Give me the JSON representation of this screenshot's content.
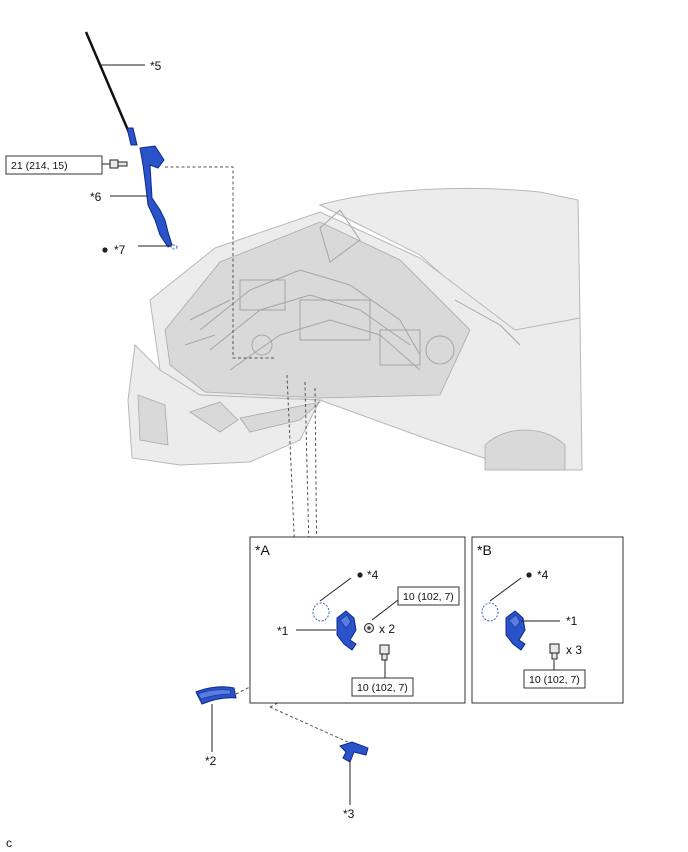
{
  "labels": {
    "p5": "*5",
    "p6": "*6",
    "p7": "*7",
    "p4a": "*4",
    "p1a": "*1",
    "p2": "*2",
    "p3": "*3",
    "p4b": "*4",
    "p1b": "*1",
    "view_a": "*A",
    "view_b": "*B",
    "footer": "c"
  },
  "torques": {
    "top": "21 (214, 15)",
    "a_upper": "10 (102, 7)",
    "a_lower": "10 (102, 7)",
    "b": "10 (102, 7)"
  },
  "quantities": {
    "a": "x 2",
    "b": "x 3"
  },
  "colors": {
    "part_blue": "#2a52c9",
    "car_grey": "#ececec"
  },
  "icons": {
    "non_reusable_marker": "filled-dot-icon"
  }
}
